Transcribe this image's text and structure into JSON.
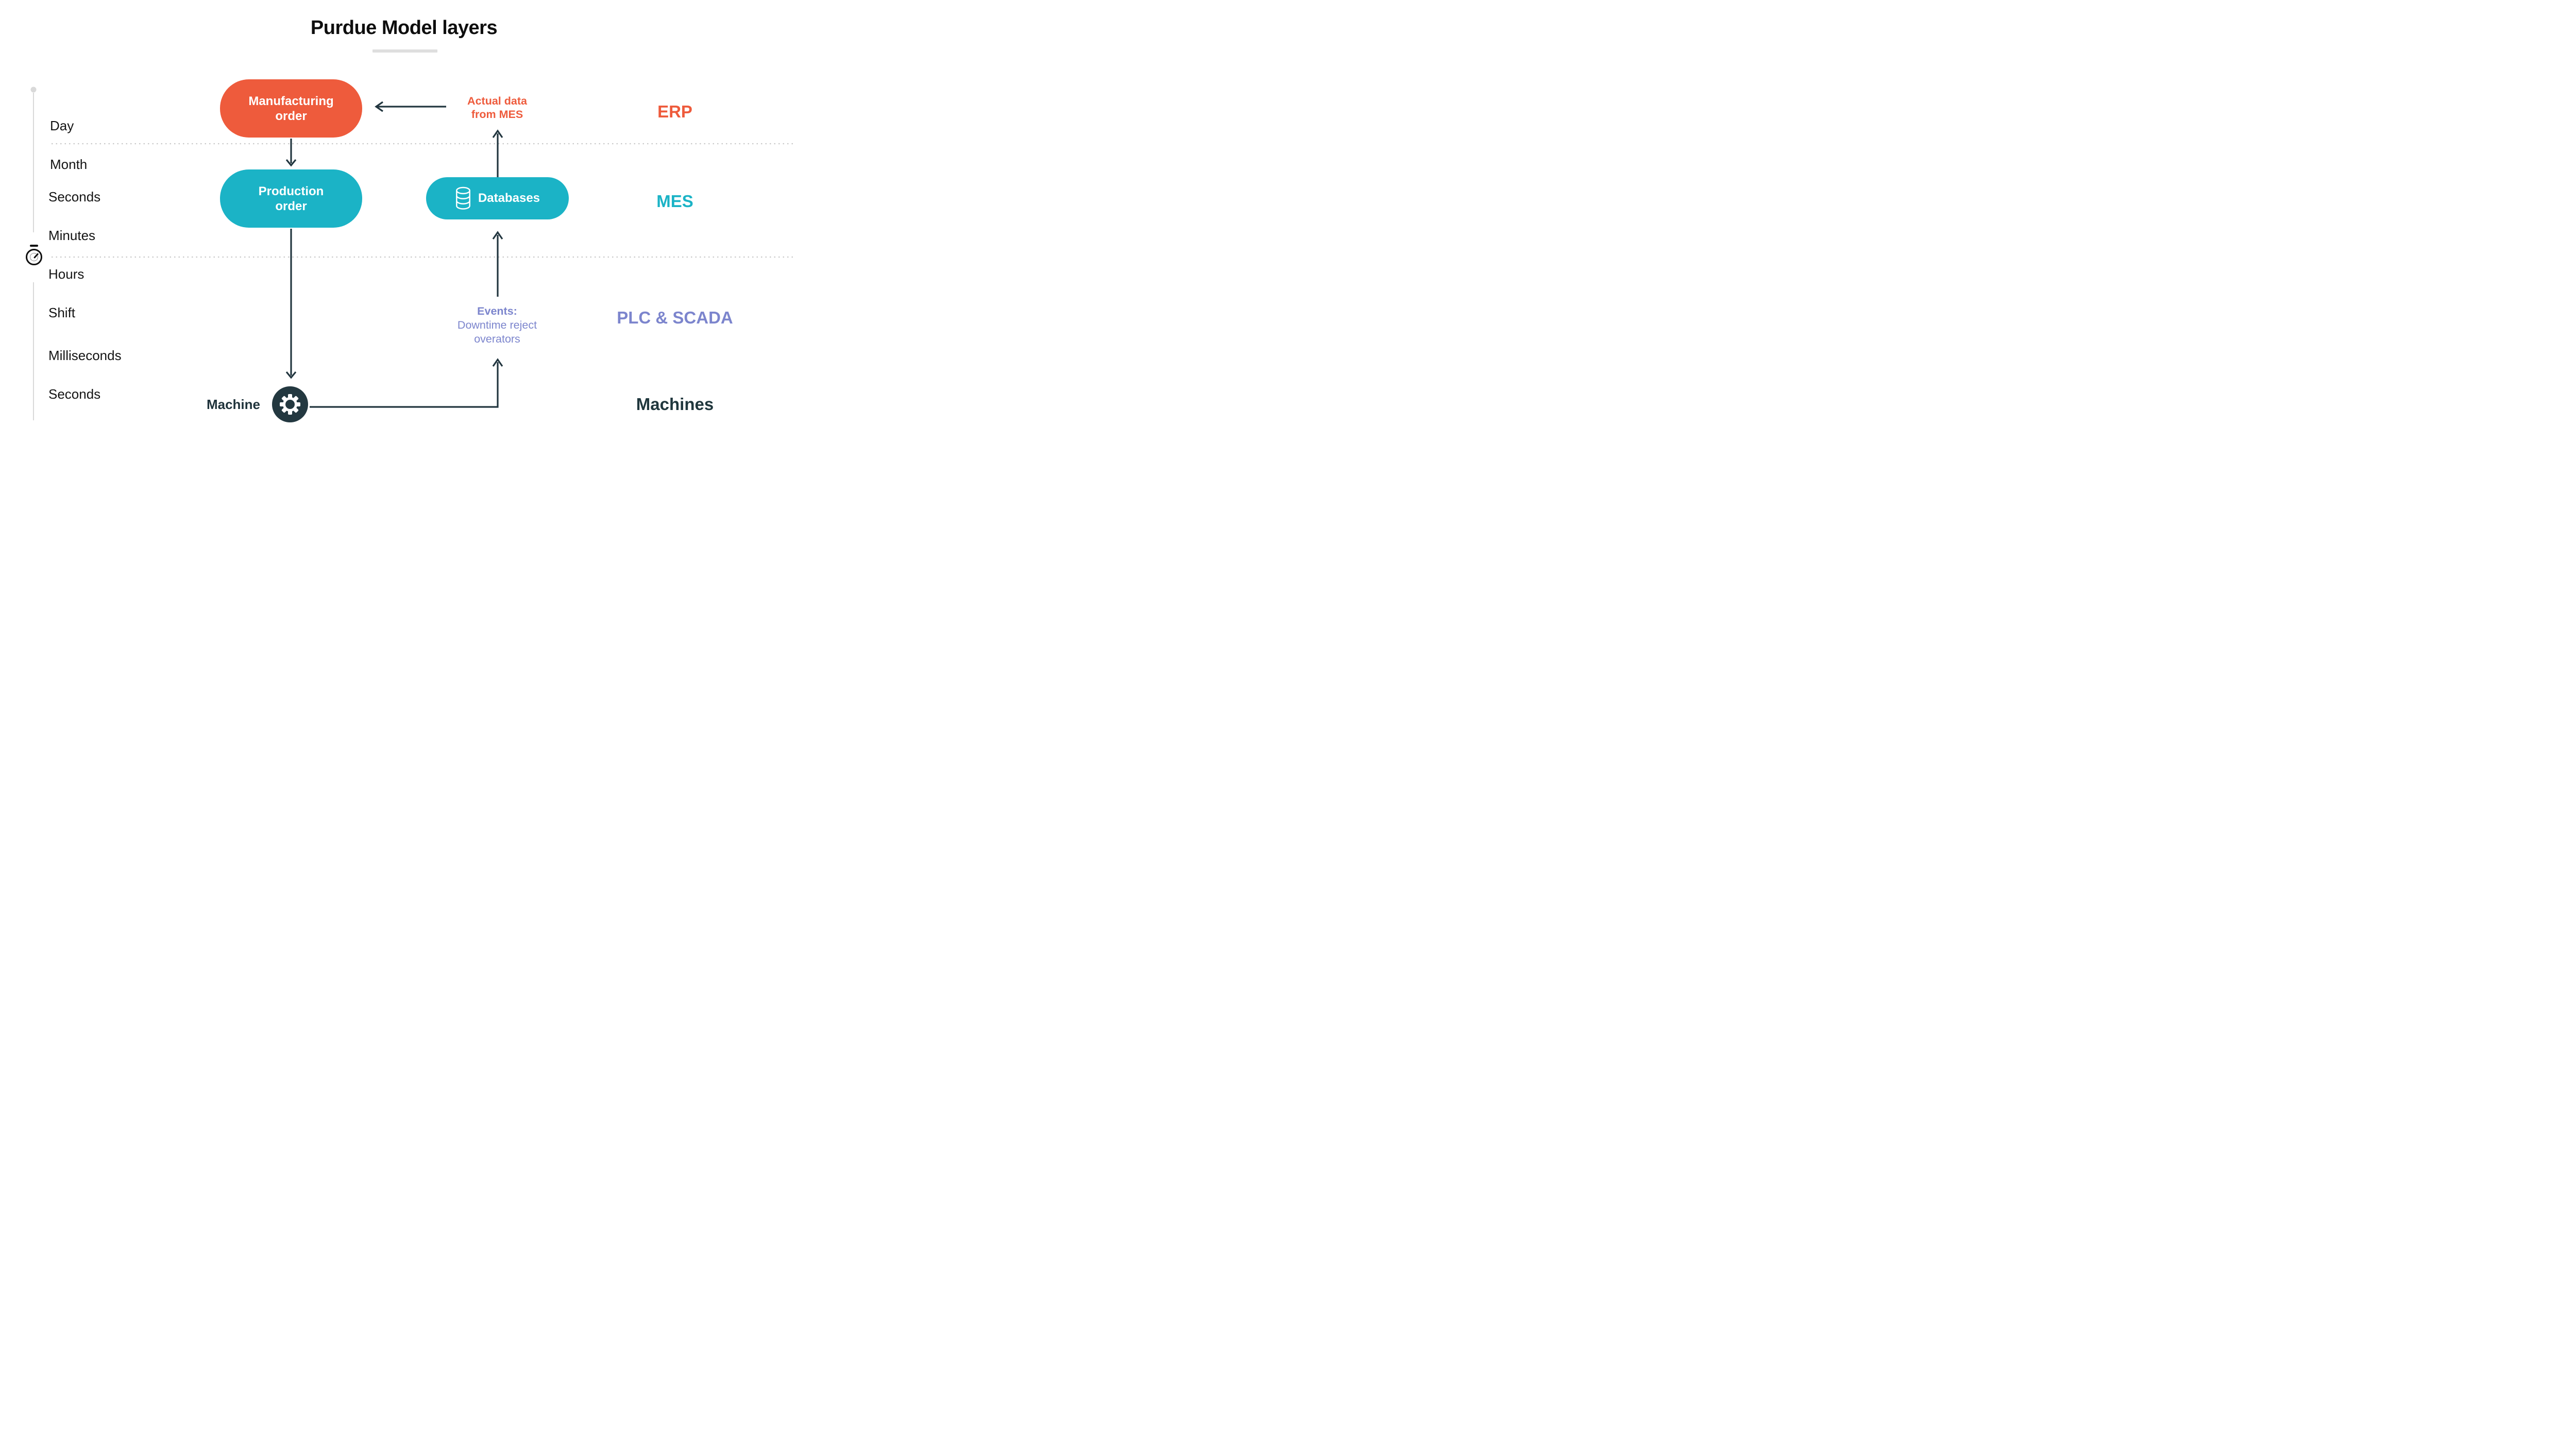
{
  "title": "Purdue Model layers",
  "colors": {
    "erp_orange": "#EE5B3C",
    "mes_teal": "#1BB3C6",
    "plc_purple": "#7C85CD",
    "machines_dark": "#20373D",
    "arrow_dark": "#22363F",
    "separator_gray": "#C9C9C9",
    "timeline_gray": "#D9D9D9"
  },
  "time_axis": {
    "erp_row": {
      "l1": "Day",
      "l2": "Month"
    },
    "mes_row": {
      "l1": "Seconds",
      "l2": "Minutes",
      "l3": "Hours",
      "l4": "Shift"
    },
    "plc_row": {
      "l1": "Milliseconds",
      "l2": "Seconds"
    },
    "stopwatch_icon": "stopwatch"
  },
  "nodes": {
    "manufacturing_order": {
      "l1": "Manufacturing",
      "l2": "order"
    },
    "production_order": {
      "l1": "Production",
      "l2": "order"
    },
    "databases": {
      "label": "Databases",
      "icon": "database"
    },
    "machine": {
      "label": "Machine",
      "icon": "gear"
    }
  },
  "annotations": {
    "actual_data": {
      "l1": "Actual data",
      "l2": "from MES"
    },
    "events": {
      "l1": "Events:",
      "l2": "Downtime reject",
      "l3": "overators"
    }
  },
  "layer_labels": {
    "erp": "ERP",
    "mes": "MES",
    "plc_scada": "PLC & SCADA",
    "machines": "Machines"
  }
}
